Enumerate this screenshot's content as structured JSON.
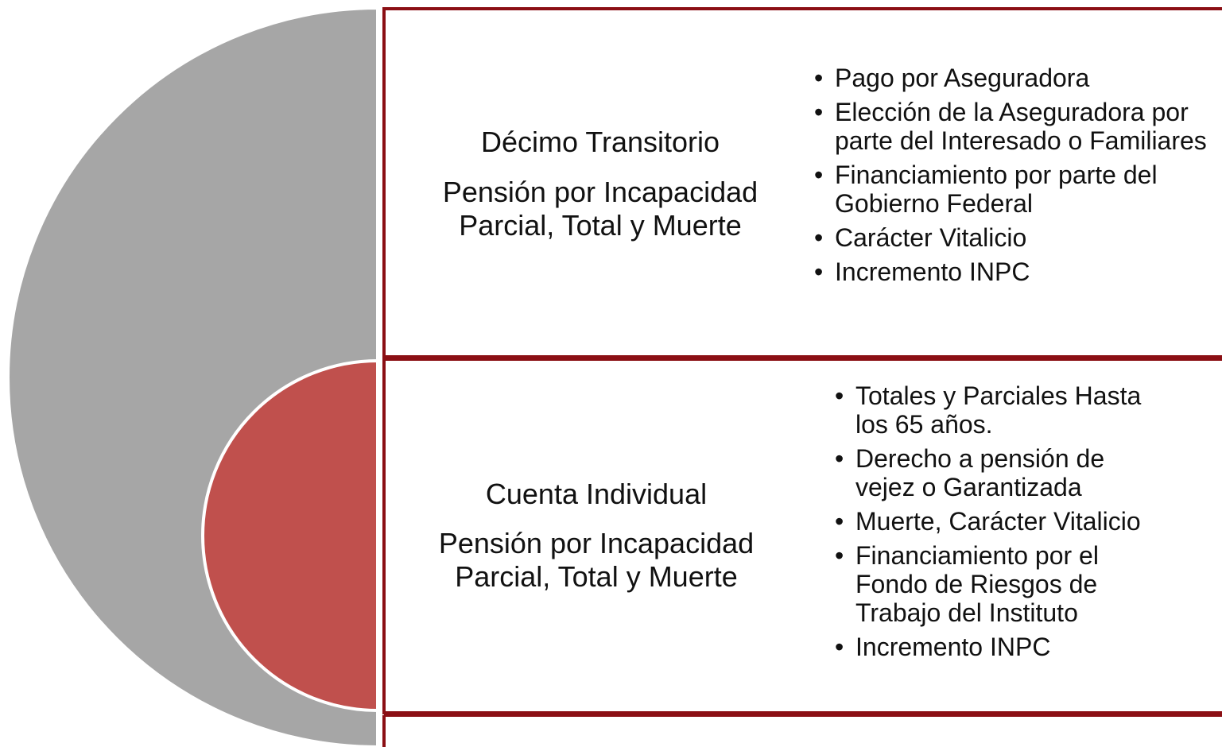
{
  "colors": {
    "outer_circle": "#a6a6a6",
    "inner_circle": "#c0504d",
    "panel_border": "#8b0f14",
    "text": "#111111"
  },
  "panels": [
    {
      "title": "Décimo Transitorio",
      "subtitle": "Pensión por Incapacidad Parcial, Total y Muerte",
      "bullets": [
        "Pago por Aseguradora",
        "Elección de la Aseguradora por parte del Interesado o Familiares",
        "Financiamiento por parte del Gobierno Federal",
        "Carácter Vitalicio",
        "Incremento INPC"
      ]
    },
    {
      "title": "Cuenta Individual",
      "subtitle": "Pensión por Incapacidad Parcial, Total y Muerte",
      "bullets": [
        "Totales y Parciales Hasta los 65 años.",
        "Derecho a pensión de vejez o Garantizada",
        "Muerte, Carácter Vitalicio",
        "Financiamiento por el Fondo de Riesgos de Trabajo del  Instituto",
        "Incremento INPC"
      ]
    }
  ]
}
